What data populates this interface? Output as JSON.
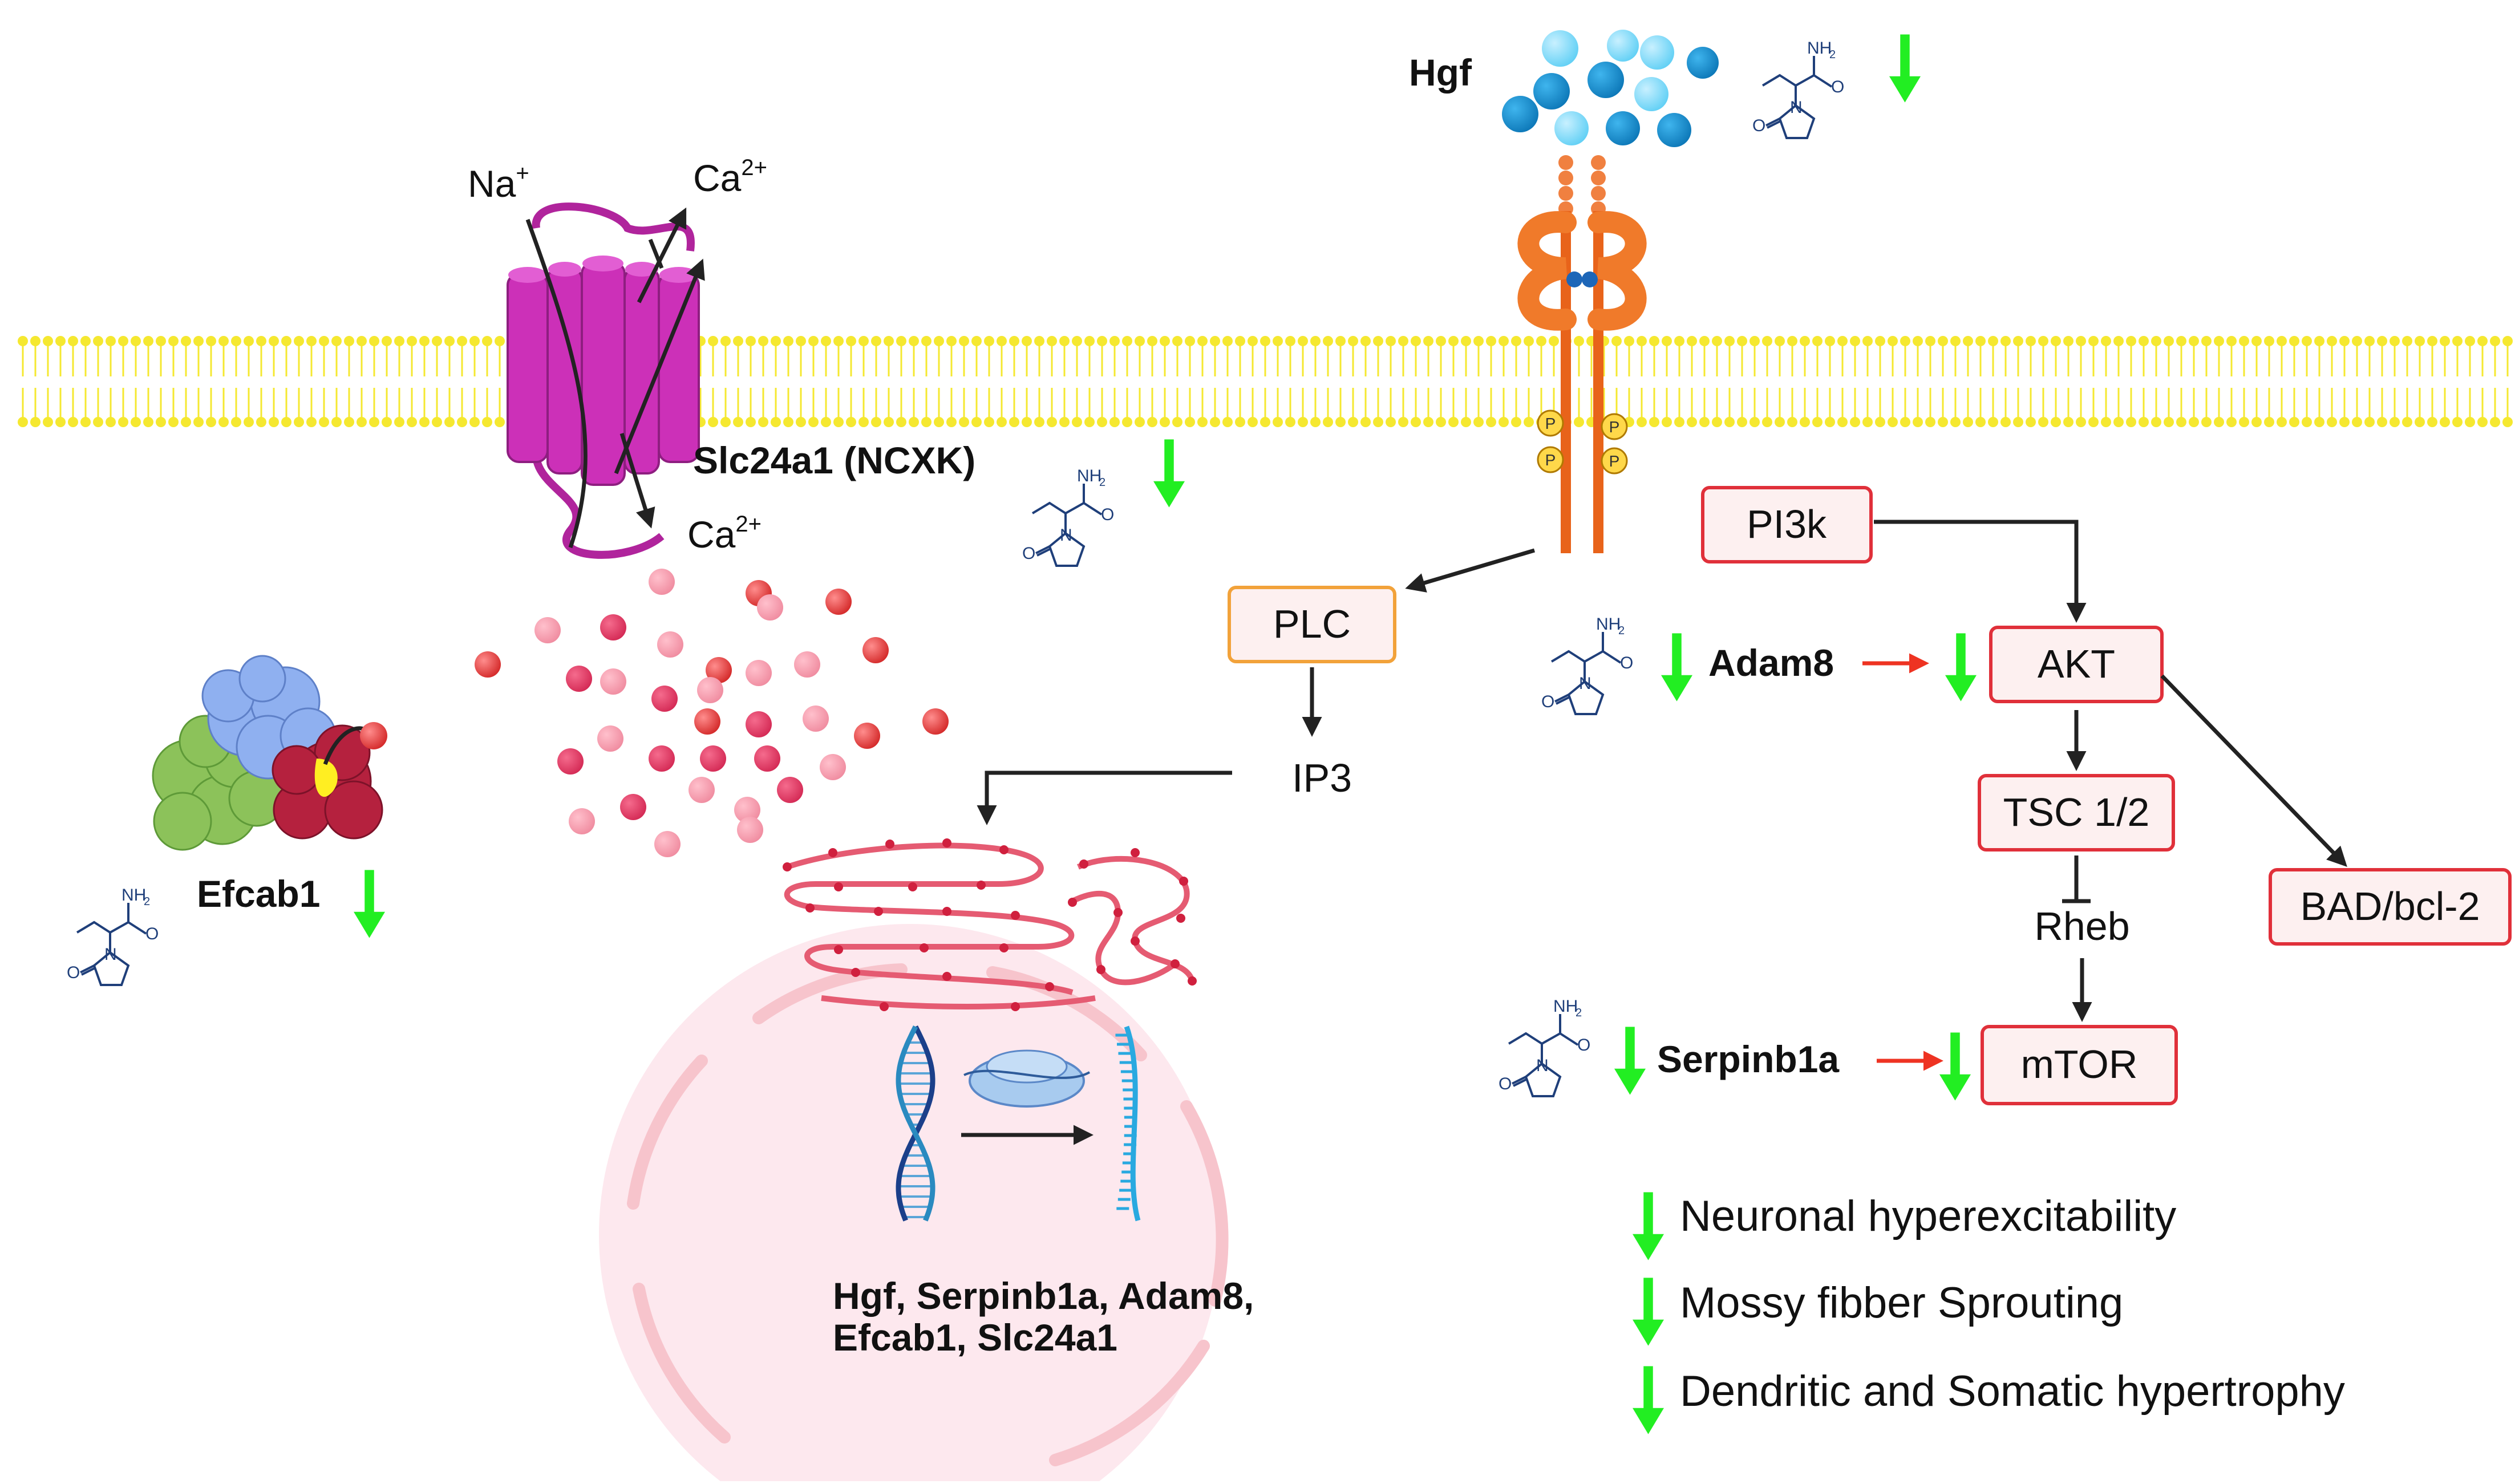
{
  "labels": {
    "na": "Na",
    "na_sup": "+",
    "ca_top": "Ca",
    "ca_top_sup": "2+",
    "ca_bottom": "Ca",
    "ca_bottom_sup": "2+",
    "hgf": "Hgf",
    "slc24a1": "Slc24a1 (NCXK)",
    "efcab1": "Efcab1",
    "adam8": "Adam8",
    "serpinb1a": "Serpinb1a",
    "ip3": "IP3",
    "rheb": "Rheb",
    "phospho": "P",
    "nh2": "NH",
    "nh2_sub": "2",
    "n_atom": "N",
    "o_atom": "O",
    "genes_line1": "Hgf, Serpinb1a,  Adam8,",
    "genes_line2": "Efcab1, Slc24a1"
  },
  "boxes": {
    "plc": "PLC",
    "pi3k": "PI3k",
    "akt": "AKT",
    "tsc": "TSC 1/2",
    "bad": "BAD/bcl-2",
    "mtor": "mTOR"
  },
  "outcomes": [
    "Neuronal hyperexcitability",
    "Mossy fibber Sprouting",
    "Dendritic and Somatic hypertrophy"
  ],
  "colors": {
    "down_arrow": "#22ee22",
    "membrane": "#f5e830",
    "exchanger": "#cc30b8",
    "receptor": "#e8631a",
    "box_red": "#e0303a",
    "box_orange": "#f2a23a",
    "box_fill": "#fdf0f0",
    "activate_arrow": "#ee3322",
    "nucleus_fill": "#fde8ee",
    "er_color": "#e55b72",
    "hgf_blue": "#1a9ad6"
  }
}
